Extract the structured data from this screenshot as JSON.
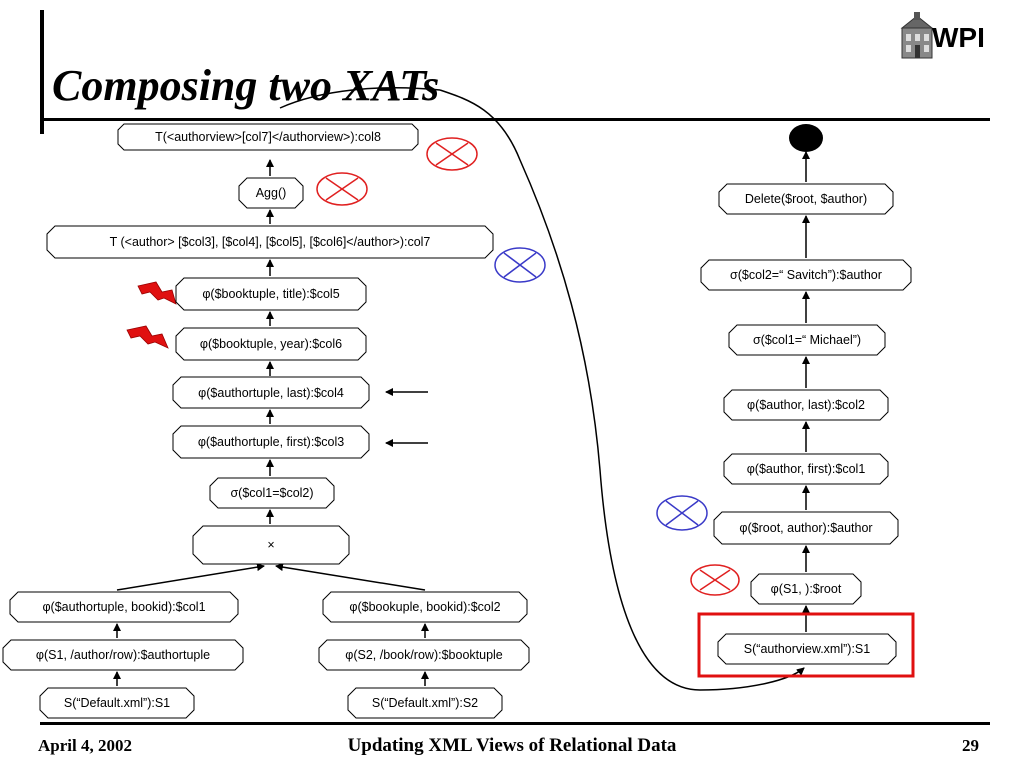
{
  "slide": {
    "title": "Composing two XATs",
    "logo_text": "WPI"
  },
  "footer": {
    "date": "April 4, 2002",
    "center": "Updating XML Views of Relational Data",
    "page": "29"
  },
  "left_tree": {
    "n1": "T(<authorview>[col7]</authorview>):col8",
    "n2": "Agg()",
    "n3": "T (<author> [$col3], [$col4], [$col5], [$col6]</author>):col7",
    "n4": "φ($booktuple, title):$col5",
    "n5": "φ($booktuple, year):$col6",
    "n6": "φ($authortuple, last):$col4",
    "n7": "φ($authortuple, first):$col3",
    "n8": "σ($col1=$col2)",
    "n9": "×",
    "n10": "φ($authortuple, bookid):$col1",
    "n11": "φ(S1, /author/row):$authortuple",
    "n12": "S(“Default.xml”):S1",
    "n13": "φ($bookuple, bookid):$col2",
    "n14": "φ(S2, /book/row):$booktuple",
    "n15": "S(“Default.xml”):S2"
  },
  "right_tree": {
    "r1": "Delete($root, $author)",
    "r2": "σ($col2=“ Savitch”):$author",
    "r3": "σ($col1=“ Michael”)",
    "r4": "φ($author, last):$col2",
    "r5": "φ($author, first):$col1",
    "r6": "φ($root, author):$author",
    "r7": "φ(S1, ):$root",
    "r8": "S(“authorview.xml”):S1"
  },
  "colors": {
    "cross_red": "#e02020",
    "cross_blue": "#3a3ac8",
    "lightning": "#e01010",
    "highlight_box": "#e01010"
  },
  "icons": [
    "red-cross-circle-icon",
    "blue-cross-circle-icon",
    "lightning-icon",
    "arrow-left-icon",
    "root-dot-icon"
  ]
}
